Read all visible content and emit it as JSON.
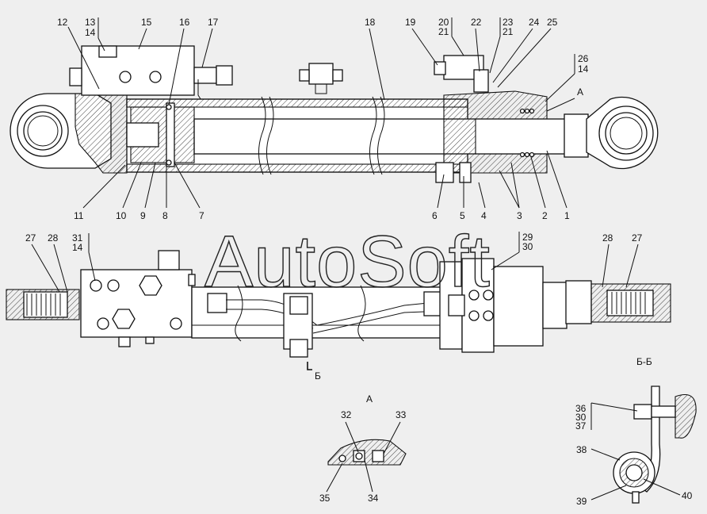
{
  "watermark": "AutoSoft",
  "section_titles": {
    "detail_a": "А",
    "section_bb": "Б-Б",
    "view_a_marker": "А",
    "cut_b_marker": "Б"
  },
  "callouts_top": [
    {
      "id": "c12",
      "text": "12"
    },
    {
      "id": "c13",
      "text": "13"
    },
    {
      "id": "c14a",
      "text": "14"
    },
    {
      "id": "c15",
      "text": "15"
    },
    {
      "id": "c16",
      "text": "16"
    },
    {
      "id": "c17",
      "text": "17"
    },
    {
      "id": "c18",
      "text": "18"
    },
    {
      "id": "c19",
      "text": "19"
    },
    {
      "id": "c20",
      "text": "20"
    },
    {
      "id": "c21a",
      "text": "21"
    },
    {
      "id": "c22",
      "text": "22"
    },
    {
      "id": "c23",
      "text": "23"
    },
    {
      "id": "c21b",
      "text": "21"
    },
    {
      "id": "c24",
      "text": "24"
    },
    {
      "id": "c25",
      "text": "25"
    },
    {
      "id": "c26",
      "text": "26"
    },
    {
      "id": "c14b",
      "text": "14"
    }
  ],
  "callouts_bottom_row": [
    {
      "id": "c11",
      "text": "11"
    },
    {
      "id": "c10",
      "text": "10"
    },
    {
      "id": "c9",
      "text": "9"
    },
    {
      "id": "c8",
      "text": "8"
    },
    {
      "id": "c7",
      "text": "7"
    },
    {
      "id": "c6",
      "text": "6"
    },
    {
      "id": "c5",
      "text": "5"
    },
    {
      "id": "c4",
      "text": "4"
    },
    {
      "id": "c3",
      "text": "3"
    },
    {
      "id": "c2",
      "text": "2"
    },
    {
      "id": "c1",
      "text": "1"
    }
  ],
  "callouts_middle": [
    {
      "id": "c27a",
      "text": "27"
    },
    {
      "id": "c28a",
      "text": "28"
    },
    {
      "id": "c31",
      "text": "31"
    },
    {
      "id": "c14c",
      "text": "14"
    },
    {
      "id": "c29",
      "text": "29"
    },
    {
      "id": "c30a",
      "text": "30"
    },
    {
      "id": "c28b",
      "text": "28"
    },
    {
      "id": "c27b",
      "text": "27"
    }
  ],
  "callouts_detail_a": [
    {
      "id": "c32",
      "text": "32"
    },
    {
      "id": "c33",
      "text": "33"
    },
    {
      "id": "c35",
      "text": "35"
    },
    {
      "id": "c34",
      "text": "34"
    }
  ],
  "callouts_section_bb": [
    {
      "id": "c36",
      "text": "36"
    },
    {
      "id": "c30b",
      "text": "30"
    },
    {
      "id": "c37",
      "text": "37"
    },
    {
      "id": "c38",
      "text": "38"
    },
    {
      "id": "c39",
      "text": "39"
    },
    {
      "id": "c40",
      "text": "40"
    }
  ]
}
